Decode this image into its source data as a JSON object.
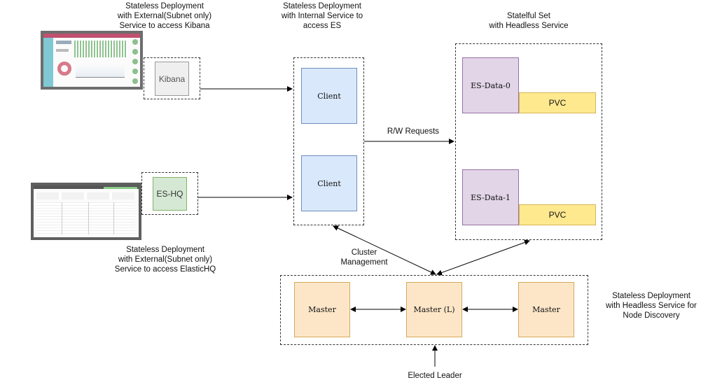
{
  "captions": {
    "kibana_deploy": "Stateless Deployment\nwith External(Subnet only)\nService to access Kibana",
    "es_internal": "Stateless Deployment\nwith Internal Service to\naccess ES",
    "statefulset": "Statelful Set\nwith Headless Service",
    "eshq_deploy": "Stateless Deployment\nwith External(Subnet only)\nService to access ElasticHQ",
    "master_deploy": "Stateless Deployment\nwith Headless Service for\nNode Discovery"
  },
  "nodes": {
    "kibana": "Kibana",
    "eshq": "ES-HQ",
    "client1": "Client",
    "client2": "Client",
    "data0": "ES-Data-0",
    "data1": "ES-Data-1",
    "pvc0": "PVC",
    "pvc1": "PVC",
    "master1": "Master",
    "master_leader": "Master (L)",
    "master2": "Master"
  },
  "edge_labels": {
    "rw_requests": "R/W Requests",
    "cluster_management": "Cluster\nManagement",
    "elected_leader": "Elected Leader"
  },
  "colors": {
    "client_fill": "#dae8fc",
    "data_fill": "#e1d5e7",
    "pvc_fill": "#ffe98f",
    "master_fill": "#fde6c8",
    "kibana_fill": "#efefef",
    "eshq_fill": "#d5e8d4"
  },
  "icons": {
    "kibana_thumbnail": "kibana-dashboard-screenshot",
    "eshq_thumbnail": "elastichq-dashboard-screenshot"
  }
}
